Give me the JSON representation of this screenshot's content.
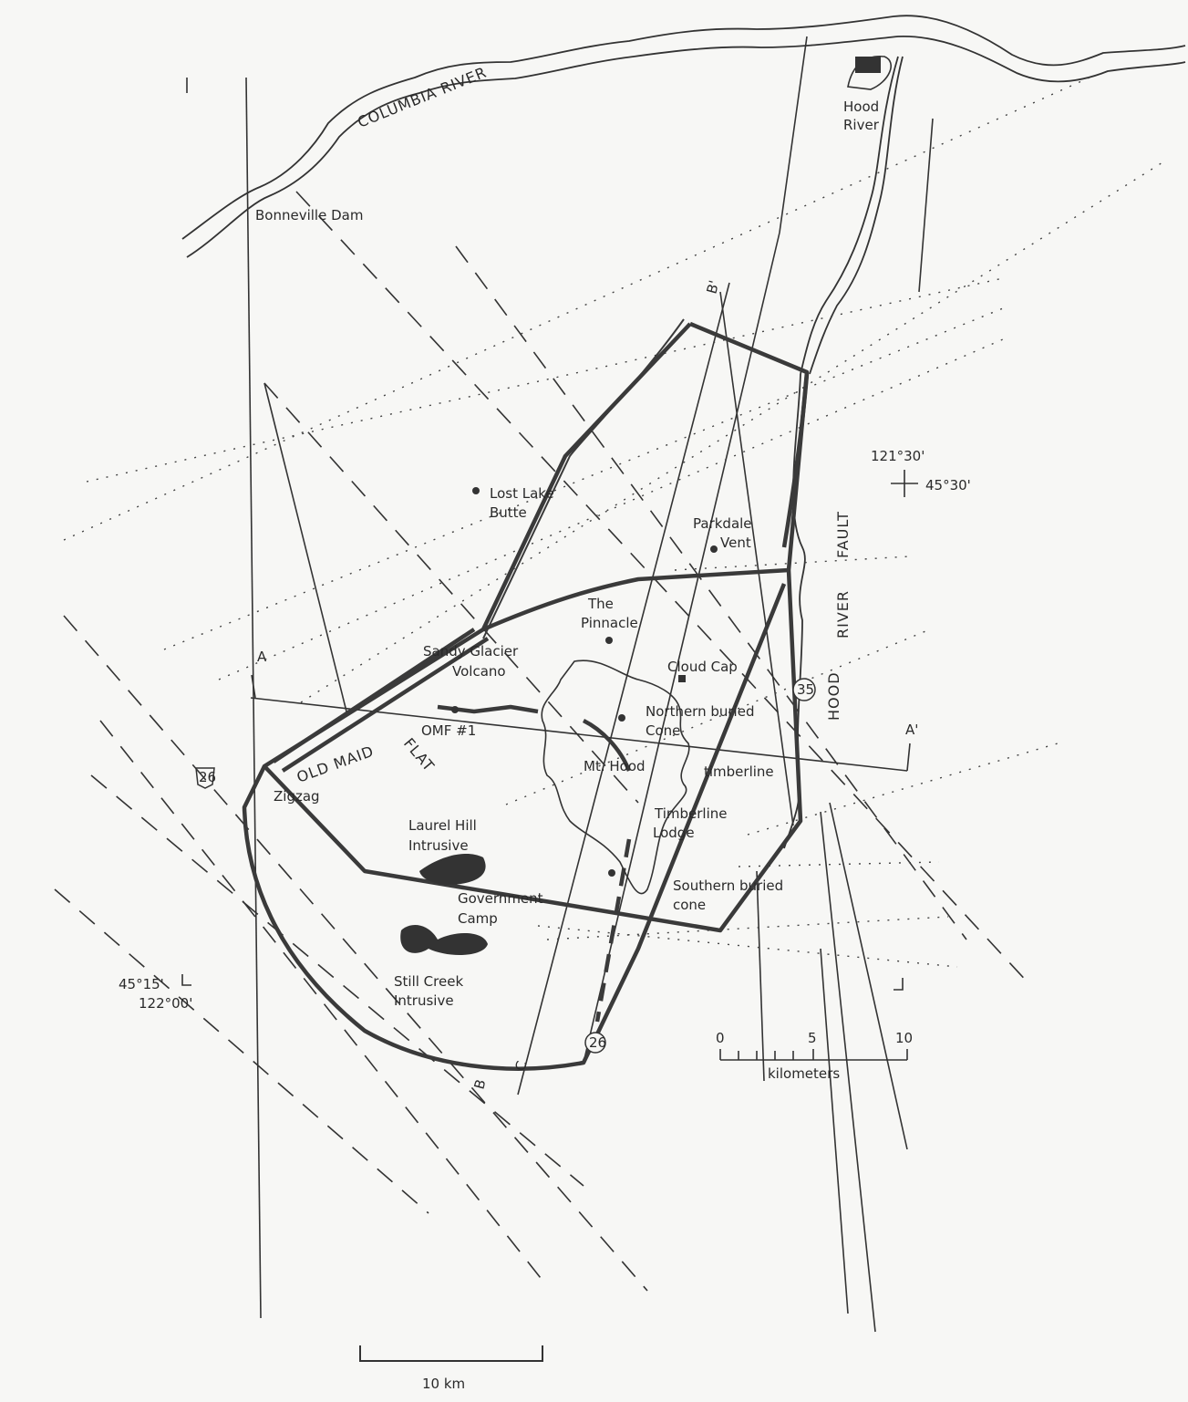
{
  "map": {
    "title_labels": {
      "columbia_river": "COLUMBIA RIVER",
      "hood_river_town": [
        "Hood",
        "River"
      ],
      "bonneville_dam": "Bonneville Dam",
      "lost_lake_butte": [
        "Lost Lake",
        "Butte"
      ],
      "parkdale_vent": [
        "Parkdale",
        "Vent"
      ],
      "the_pinnacle": [
        "The",
        "Pinnacle"
      ],
      "sandy_glacier_volcano": [
        "Sandy Glacier",
        "Volcano"
      ],
      "cloud_cap": "Cloud Cap",
      "northern_buried_cone": [
        "Northern buried",
        "Cone"
      ],
      "omf": "OMF #1",
      "old_maid": "OLD MAID",
      "flat": "FLAT",
      "mt_hood": "Mt. Hood",
      "timberline": "timberline",
      "timberline_lodge": [
        "Timberline",
        "Lodge"
      ],
      "zigzag": "Zigzag",
      "laurel_hill": [
        "Laurel Hill",
        "Intrusive"
      ],
      "government_camp": [
        "Government",
        "Camp"
      ],
      "southern_buried_cone": [
        "Southern buried",
        "cone"
      ],
      "still_creek": [
        "Still Creek",
        "Intrusive"
      ],
      "hood_river_fault": [
        "HOOD",
        "RIVER",
        "FAULT"
      ]
    },
    "section_labels": {
      "a": "A",
      "a_prime": "A'",
      "b": "B",
      "b_prime": "B'",
      "c": "C"
    },
    "highways": {
      "us26": "26",
      "or35": "35",
      "hw26b": "26"
    },
    "coordinates": {
      "ne_lon": "121°30'",
      "ne_lat": "45°30'",
      "sw_lat": "45°15'",
      "sw_lon": "122°00'"
    },
    "scale_small": {
      "ticks": [
        "0",
        "5",
        "10"
      ],
      "unit": "kilometers"
    },
    "scale_large": {
      "label": "10 km"
    },
    "colors": {
      "ink": "#333333",
      "paper": "#f7f7f5"
    }
  }
}
